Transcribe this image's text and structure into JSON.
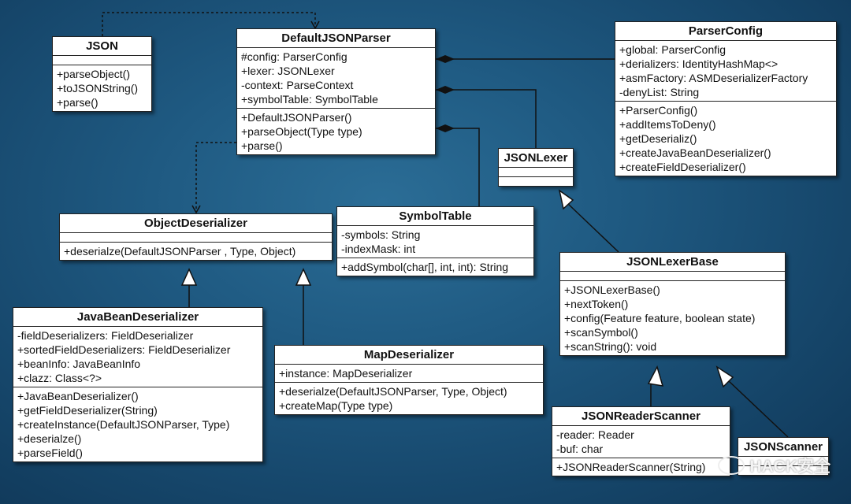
{
  "classes": {
    "json": {
      "name": "JSON",
      "attributes": [],
      "methods": [
        "+parseObject()",
        "+toJSONString()",
        "+parse()"
      ]
    },
    "default_json_parser": {
      "name": "DefaultJSONParser",
      "attributes": [
        "#config: ParserConfig",
        "+lexer: JSONLexer",
        "-context: ParseContext",
        "+symbolTable: SymbolTable"
      ],
      "methods": [
        "+DefaultJSONParser()",
        "+parseObject(Type type)",
        "+parse()"
      ]
    },
    "parser_config": {
      "name": "ParserConfig",
      "attributes": [
        "+global: ParserConfig",
        "+derializers: IdentityHashMap<>",
        "+asmFactory: ASMDeserializerFactory",
        "-denyList: String"
      ],
      "methods": [
        "+ParserConfig()",
        "+addItemsToDeny()",
        "+getDeserializ()",
        "+createJavaBeanDeserializer()",
        "+createFieldDeserializer()"
      ]
    },
    "json_lexer": {
      "name": "JSONLexer",
      "attributes": [],
      "methods": []
    },
    "object_deserializer": {
      "name": "ObjectDeserializer",
      "attributes": [],
      "methods": [
        "+deserialze(DefaultJSONParser , Type, Object)"
      ]
    },
    "symbol_table": {
      "name": "SymbolTable",
      "attributes": [
        "-symbols: String",
        "-indexMask: int"
      ],
      "methods": [
        "+addSymbol(char[], int, int): String"
      ]
    },
    "json_lexer_base": {
      "name": "JSONLexerBase",
      "attributes": [],
      "methods": [
        "+JSONLexerBase()",
        "+nextToken()",
        "+config(Feature feature, boolean state)",
        "+scanSymbol()",
        "+scanString(): void"
      ]
    },
    "java_bean_deserializer": {
      "name": "JavaBeanDeserializer",
      "attributes": [
        "-fieldDeserializers: FieldDeserializer",
        "+sortedFieldDeserializers: FieldDeserializer",
        "+beanInfo: JavaBeanInfo",
        "+clazz: Class<?>"
      ],
      "methods": [
        "+JavaBeanDeserializer()",
        "+getFieldDeserializer(String)",
        "+createInstance(DefaultJSONParser, Type)",
        "+deserialze()",
        "+parseField()"
      ]
    },
    "map_deserializer": {
      "name": "MapDeserializer",
      "attributes": [
        "+instance: MapDeserializer"
      ],
      "methods": [
        "+deserialze(DefaultJSONParser, Type, Object)",
        "+createMap(Type type)"
      ]
    },
    "json_reader_scanner": {
      "name": "JSONReaderScanner",
      "attributes": [
        "-reader: Reader",
        "-buf: char"
      ],
      "methods": [
        "+JSONReaderScanner(String)"
      ]
    },
    "json_scanner": {
      "name": "JSONScanner",
      "attributes": [],
      "methods": []
    }
  },
  "watermark": {
    "text": "HACK安全",
    "icon": "wechat-logo-icon"
  },
  "colors": {
    "background": "#1f5a82",
    "box": "#ffffff",
    "line": "#111111"
  }
}
